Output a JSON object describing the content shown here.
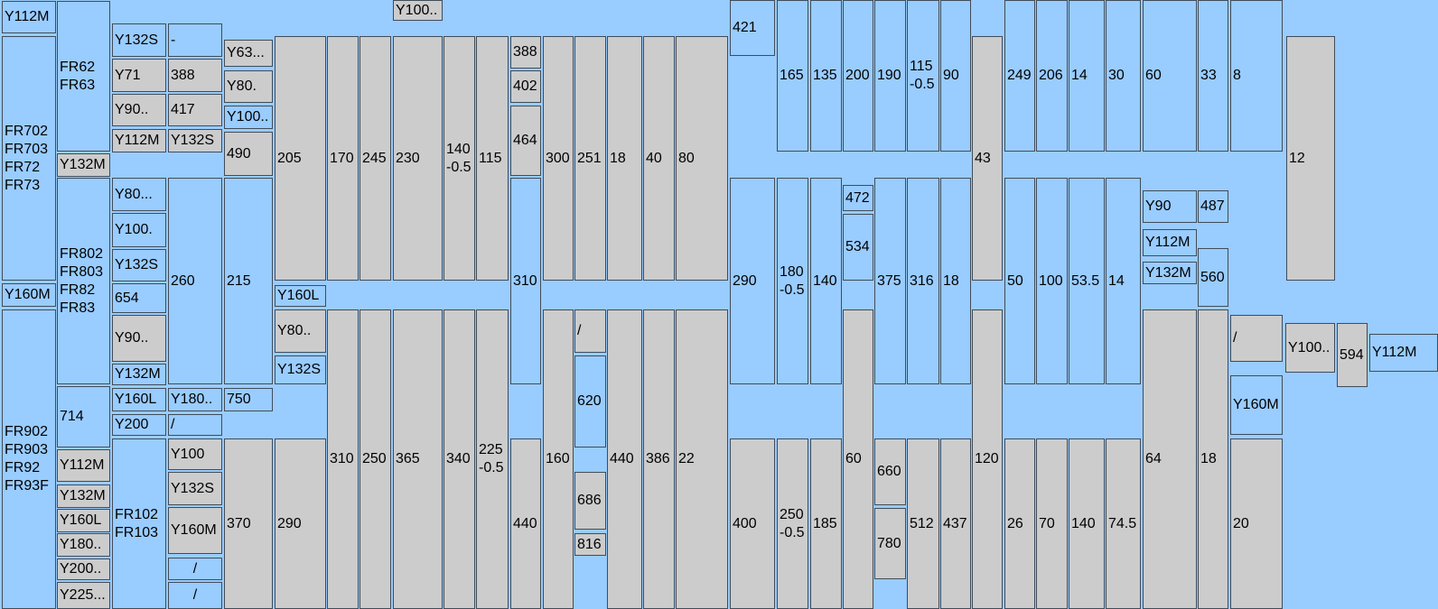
{
  "colors": {
    "blue_cell": "#99ccff",
    "grey_cell": "#cccccc",
    "border": "#404c58"
  },
  "cells": [
    {
      "id": "c1",
      "text": "Y112M",
      "tone": "blue"
    },
    {
      "id": "c2",
      "text": "FR702\nFR703\nFR72\nFR73",
      "tone": "blue"
    },
    {
      "id": "c3",
      "text": "Y160M",
      "tone": "blue"
    },
    {
      "id": "c4",
      "text": "FR902\nFR903\nFR92\nFR93F",
      "tone": "blue"
    },
    {
      "id": "c5",
      "text": "FR62\nFR63",
      "tone": "blue"
    },
    {
      "id": "c6",
      "text": "Y132M",
      "tone": "grey"
    },
    {
      "id": "c7",
      "text": "FR802\nFR803\nFR82\nFR83",
      "tone": "blue"
    },
    {
      "id": "c8",
      "text": "714",
      "tone": "blue"
    },
    {
      "id": "c9",
      "text": "Y112M",
      "tone": "grey"
    },
    {
      "id": "c10",
      "text": "Y132M",
      "tone": "grey"
    },
    {
      "id": "c11",
      "text": "Y160L",
      "tone": "grey"
    },
    {
      "id": "c12",
      "text": "Y180..",
      "tone": "grey"
    },
    {
      "id": "c13",
      "text": "Y200..",
      "tone": "grey"
    },
    {
      "id": "c14",
      "text": "Y225...",
      "tone": "grey"
    },
    {
      "id": "c15",
      "text": "Y132S",
      "tone": "blue"
    },
    {
      "id": "c16",
      "text": "Y71",
      "tone": "grey"
    },
    {
      "id": "c17",
      "text": "Y90..",
      "tone": "grey"
    },
    {
      "id": "c18",
      "text": "Y112M",
      "tone": "grey"
    },
    {
      "id": "c19",
      "text": "Y80...",
      "tone": "blue"
    },
    {
      "id": "c20",
      "text": "Y100.",
      "tone": "blue"
    },
    {
      "id": "c21",
      "text": "Y132S",
      "tone": "blue"
    },
    {
      "id": "c22",
      "text": "654",
      "tone": "blue"
    },
    {
      "id": "c23",
      "text": "Y90..",
      "tone": "grey"
    },
    {
      "id": "c24",
      "text": "Y132M",
      "tone": "blue"
    },
    {
      "id": "c25",
      "text": "Y160L",
      "tone": "blue"
    },
    {
      "id": "c26",
      "text": "Y200",
      "tone": "blue"
    },
    {
      "id": "c27",
      "text": "FR102\nFR103",
      "tone": "blue"
    },
    {
      "id": "c28",
      "text": "-",
      "tone": "blue"
    },
    {
      "id": "c29",
      "text": "388",
      "tone": "grey"
    },
    {
      "id": "c30",
      "text": "417",
      "tone": "grey"
    },
    {
      "id": "c31",
      "text": "Y132S",
      "tone": "grey"
    },
    {
      "id": "c32",
      "text": "260",
      "tone": "blue"
    },
    {
      "id": "c33",
      "text": "Y180..",
      "tone": "blue"
    },
    {
      "id": "c34",
      "text": "/",
      "tone": "blue"
    },
    {
      "id": "c35",
      "text": "Y100",
      "tone": "grey"
    },
    {
      "id": "c36",
      "text": "Y132S",
      "tone": "grey"
    },
    {
      "id": "c37",
      "text": "Y160M",
      "tone": "grey"
    },
    {
      "id": "c38",
      "text": "/",
      "tone": "blue",
      "center": true
    },
    {
      "id": "c39",
      "text": "/",
      "tone": "blue",
      "center": true
    },
    {
      "id": "c40",
      "text": "Y63...",
      "tone": "grey"
    },
    {
      "id": "c41",
      "text": "Y80.",
      "tone": "grey"
    },
    {
      "id": "c42",
      "text": "Y100..",
      "tone": "blue"
    },
    {
      "id": "c43",
      "text": "490",
      "tone": "grey"
    },
    {
      "id": "c44",
      "text": "215",
      "tone": "blue"
    },
    {
      "id": "c45",
      "text": "750",
      "tone": "blue"
    },
    {
      "id": "c46",
      "text": "370",
      "tone": "grey"
    },
    {
      "id": "c47",
      "text": "205",
      "tone": "grey"
    },
    {
      "id": "c48",
      "text": "Y160L",
      "tone": "blue"
    },
    {
      "id": "c49",
      "text": "Y80..",
      "tone": "grey"
    },
    {
      "id": "c50",
      "text": "Y132S",
      "tone": "blue"
    },
    {
      "id": "c51",
      "text": "290",
      "tone": "grey"
    },
    {
      "id": "c52",
      "text": "170",
      "tone": "grey"
    },
    {
      "id": "c53",
      "text": "310",
      "tone": "grey"
    },
    {
      "id": "c54",
      "text": "245",
      "tone": "grey"
    },
    {
      "id": "c55",
      "text": "250",
      "tone": "grey"
    },
    {
      "id": "c56",
      "text": "Y100..",
      "tone": "grey"
    },
    {
      "id": "c57",
      "text": "230",
      "tone": "grey"
    },
    {
      "id": "c58",
      "text": "365",
      "tone": "grey"
    },
    {
      "id": "c59",
      "text": "140\n-0.5",
      "tone": "grey"
    },
    {
      "id": "c60",
      "text": "340",
      "tone": "grey"
    },
    {
      "id": "c61",
      "text": "115",
      "tone": "grey"
    },
    {
      "id": "c62",
      "text": "225\n-0.5",
      "tone": "grey"
    },
    {
      "id": "c63",
      "text": "388",
      "tone": "grey"
    },
    {
      "id": "c64",
      "text": "402",
      "tone": "grey"
    },
    {
      "id": "c65",
      "text": "464",
      "tone": "grey"
    },
    {
      "id": "c66",
      "text": "310",
      "tone": "blue"
    },
    {
      "id": "c67",
      "text": "440",
      "tone": "grey"
    },
    {
      "id": "c68",
      "text": "300",
      "tone": "grey"
    },
    {
      "id": "c69",
      "text": "160",
      "tone": "grey"
    },
    {
      "id": "c70",
      "text": "251",
      "tone": "grey"
    },
    {
      "id": "c71",
      "text": "/",
      "tone": "grey"
    },
    {
      "id": "c72",
      "text": "620",
      "tone": "blue"
    },
    {
      "id": "c73",
      "text": "686",
      "tone": "grey"
    },
    {
      "id": "c74",
      "text": "816",
      "tone": "grey"
    },
    {
      "id": "c75",
      "text": "18",
      "tone": "grey"
    },
    {
      "id": "c76",
      "text": "440",
      "tone": "grey"
    },
    {
      "id": "c77",
      "text": "40",
      "tone": "grey"
    },
    {
      "id": "c78",
      "text": "386",
      "tone": "grey"
    },
    {
      "id": "c79",
      "text": "80",
      "tone": "grey"
    },
    {
      "id": "c80",
      "text": "22",
      "tone": "grey"
    },
    {
      "id": "c81",
      "text": "421",
      "tone": "blue"
    },
    {
      "id": "c82",
      "text": "290",
      "tone": "blue"
    },
    {
      "id": "c83",
      "text": "400",
      "tone": "grey"
    },
    {
      "id": "c84",
      "text": "165",
      "tone": "blue"
    },
    {
      "id": "c85",
      "text": "180\n-0.5",
      "tone": "blue"
    },
    {
      "id": "c86",
      "text": "250\n-0.5",
      "tone": "grey"
    },
    {
      "id": "c87",
      "text": "135",
      "tone": "blue"
    },
    {
      "id": "c88",
      "text": "140",
      "tone": "blue"
    },
    {
      "id": "c89",
      "text": "185",
      "tone": "grey"
    },
    {
      "id": "c90",
      "text": "200",
      "tone": "blue"
    },
    {
      "id": "c91",
      "text": "472",
      "tone": "blue"
    },
    {
      "id": "c92",
      "text": "534",
      "tone": "blue"
    },
    {
      "id": "c93",
      "text": "60",
      "tone": "grey"
    },
    {
      "id": "c94",
      "text": "190",
      "tone": "blue"
    },
    {
      "id": "c95",
      "text": "375",
      "tone": "blue"
    },
    {
      "id": "c96",
      "text": "660",
      "tone": "grey"
    },
    {
      "id": "c97",
      "text": "780",
      "tone": "grey"
    },
    {
      "id": "c98",
      "text": "115\n-0.5",
      "tone": "blue"
    },
    {
      "id": "c99",
      "text": "316",
      "tone": "blue"
    },
    {
      "id": "c100",
      "text": "512",
      "tone": "grey"
    },
    {
      "id": "c101",
      "text": "90",
      "tone": "blue"
    },
    {
      "id": "c102",
      "text": "18",
      "tone": "blue"
    },
    {
      "id": "c103",
      "text": "437",
      "tone": "grey"
    },
    {
      "id": "c104",
      "text": "43",
      "tone": "grey"
    },
    {
      "id": "c105",
      "text": "120",
      "tone": "grey"
    },
    {
      "id": "c106",
      "text": "249",
      "tone": "blue"
    },
    {
      "id": "c107",
      "text": "50",
      "tone": "blue"
    },
    {
      "id": "c108",
      "text": "26",
      "tone": "grey"
    },
    {
      "id": "c109",
      "text": "206",
      "tone": "blue"
    },
    {
      "id": "c110",
      "text": "100",
      "tone": "blue"
    },
    {
      "id": "c111",
      "text": "70",
      "tone": "grey"
    },
    {
      "id": "c112",
      "text": "14",
      "tone": "blue"
    },
    {
      "id": "c113",
      "text": "53.5",
      "tone": "blue"
    },
    {
      "id": "c114",
      "text": "140",
      "tone": "grey"
    },
    {
      "id": "c115",
      "text": "30",
      "tone": "blue"
    },
    {
      "id": "c116",
      "text": "14",
      "tone": "blue"
    },
    {
      "id": "c117",
      "text": "74.5",
      "tone": "grey"
    },
    {
      "id": "c118",
      "text": "60",
      "tone": "blue"
    },
    {
      "id": "c119",
      "text": "Y90",
      "tone": "blue"
    },
    {
      "id": "c120",
      "text": "Y112M",
      "tone": "blue"
    },
    {
      "id": "c121",
      "text": "Y132M",
      "tone": "blue"
    },
    {
      "id": "c122",
      "text": "64",
      "tone": "grey"
    },
    {
      "id": "c123",
      "text": "33",
      "tone": "blue"
    },
    {
      "id": "c124",
      "text": "487",
      "tone": "blue"
    },
    {
      "id": "c125",
      "text": "560",
      "tone": "blue"
    },
    {
      "id": "c126",
      "text": "18",
      "tone": "grey"
    },
    {
      "id": "c127",
      "text": "8",
      "tone": "blue"
    },
    {
      "id": "c128",
      "text": "/",
      "tone": "grey"
    },
    {
      "id": "c129",
      "text": "Y160M",
      "tone": "blue"
    },
    {
      "id": "c130",
      "text": "20",
      "tone": "grey"
    },
    {
      "id": "c131",
      "text": "12",
      "tone": "grey"
    },
    {
      "id": "c132",
      "text": "Y100..",
      "tone": "grey"
    },
    {
      "id": "c133",
      "text": "594",
      "tone": "grey"
    },
    {
      "id": "c134",
      "text": "Y112M",
      "tone": "blue"
    }
  ]
}
